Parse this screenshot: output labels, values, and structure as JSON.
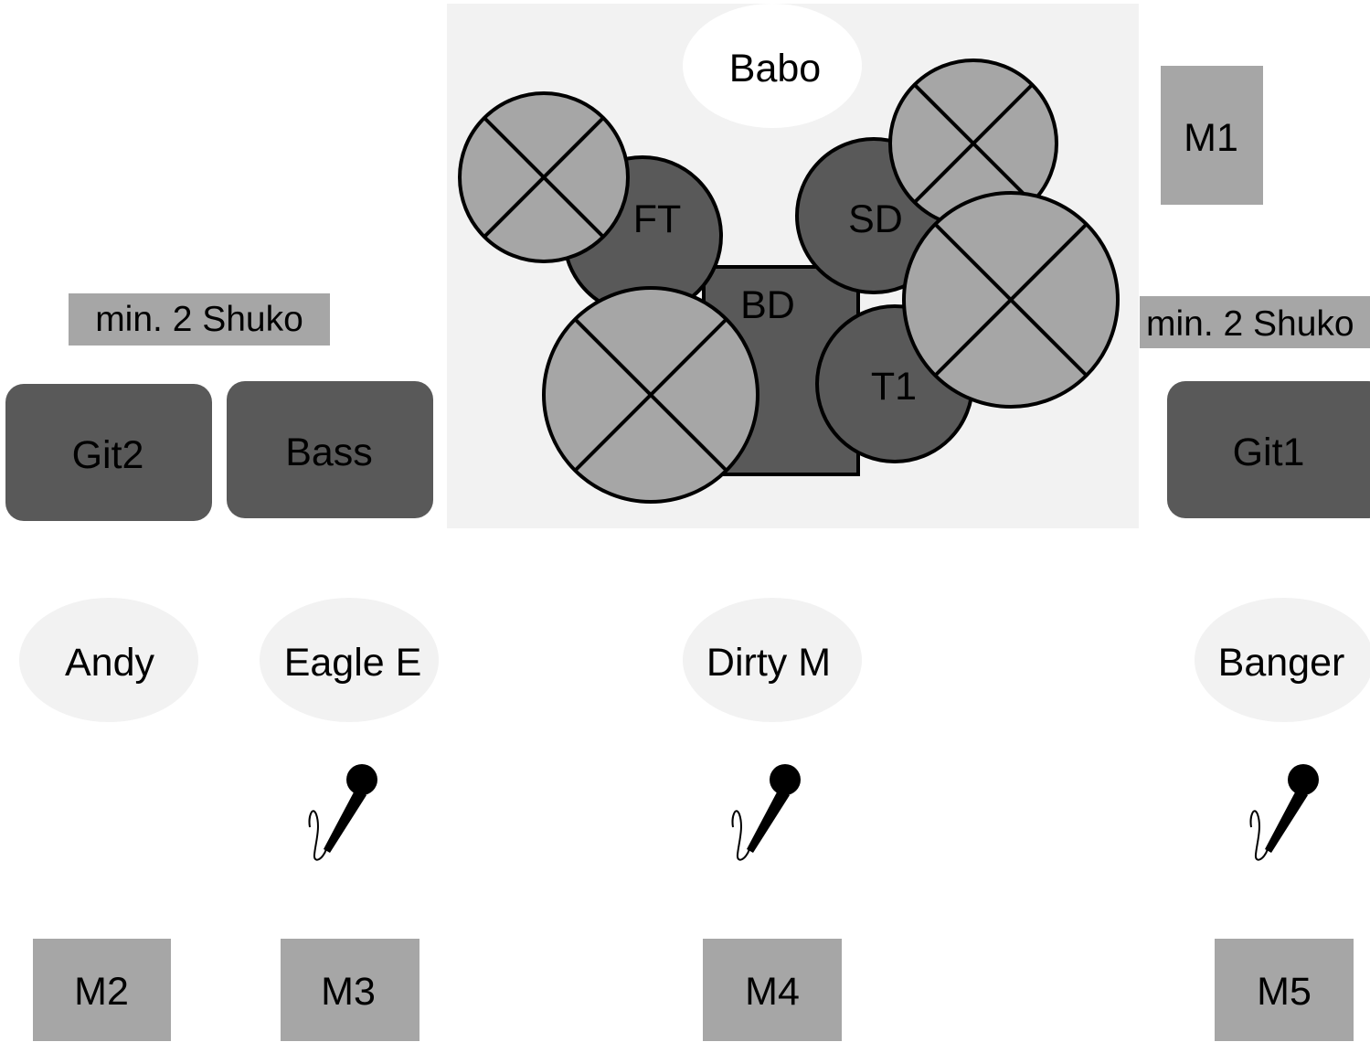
{
  "drum_riser": {
    "drummer": "Babo",
    "floor_tom": "FT",
    "snare": "SD",
    "bass_drum": "BD",
    "tom": "T1"
  },
  "monitors": {
    "m1": "M1",
    "m2": "M2",
    "m3": "M3",
    "m4": "M4",
    "m5": "M5"
  },
  "power": {
    "left": "min. 2 Shuko",
    "right": "min. 2 Shuko"
  },
  "amps": {
    "git2": "Git2",
    "bass": "Bass",
    "git1": "Git1"
  },
  "musicians": {
    "andy": "Andy",
    "eagle": "Eagle E",
    "dirty": "Dirty M",
    "banger": "Banger"
  },
  "colors": {
    "riser": "#f2f2f2",
    "dark_gray": "#595959",
    "cymbal_gray": "#a6a6a6",
    "monitor_gray": "#a6a6a6",
    "person_fill": "#f2f2f2",
    "outline": "#000000"
  }
}
